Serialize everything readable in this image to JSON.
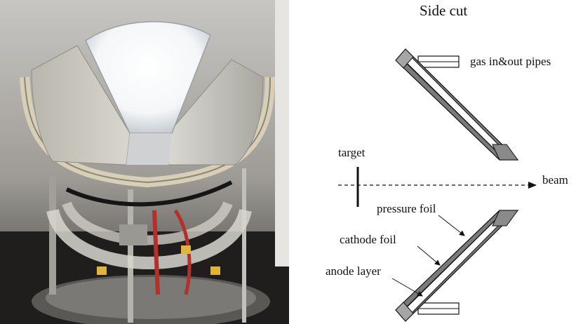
{
  "diagram": {
    "title": "Side cut",
    "labels": {
      "gas_pipes": "gas in&out pipes",
      "target": "target",
      "beam": "beam",
      "pressure_foil": "pressure foil",
      "cathode_foil": "cathode foil",
      "anode_layer": "anode layer"
    }
  },
  "colors": {
    "foil_dark": "#7a7a7a",
    "foil_mid": "#a6a6a6",
    "line": "#111111"
  }
}
